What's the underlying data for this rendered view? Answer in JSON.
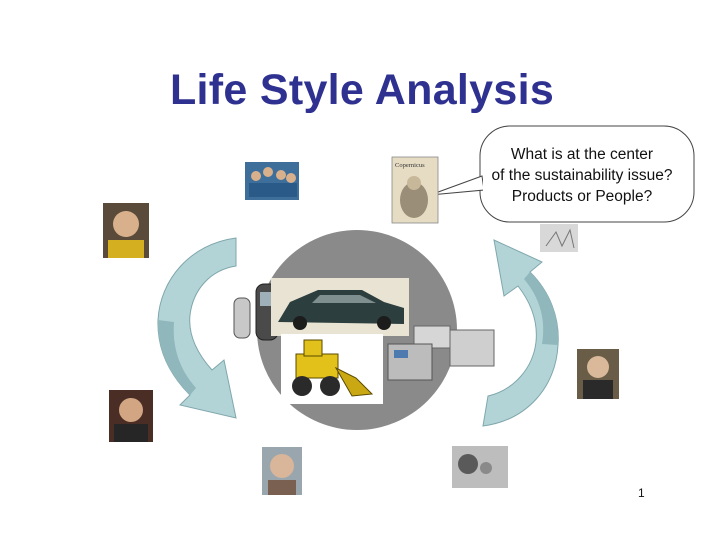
{
  "slide": {
    "title": "Life Style Analysis",
    "bubble_lines": [
      "What is at the center",
      "of the sustainability  issue?",
      "Products or People?"
    ],
    "book_cover_text": "Copernicus",
    "page_number": "1"
  },
  "colors": {
    "title": "#2e3190",
    "arrow_fill": "#b3d4d7",
    "arrow_dark": "#7fa7ac",
    "center_disk": "#8a8a8a",
    "car": "#2c3e3e"
  },
  "icons": {
    "people": [
      "person-photo-icon",
      "group-photo-icon",
      "portrait-photo-icon"
    ],
    "products": [
      "cell-phone-icon",
      "car-photo-icon",
      "bulldozer-icon",
      "printer-icon"
    ]
  }
}
